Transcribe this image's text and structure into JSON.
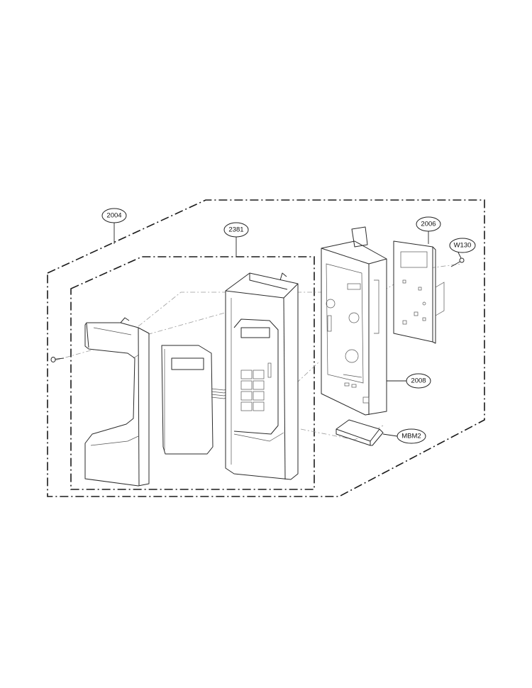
{
  "diagram": {
    "type": "exploded-parts-diagram",
    "callouts": {
      "c2004": "2004",
      "c2381": "2381",
      "c2006": "2006",
      "cW130": "W130",
      "c2008": "2008",
      "cMBM2": "MBM2"
    }
  }
}
